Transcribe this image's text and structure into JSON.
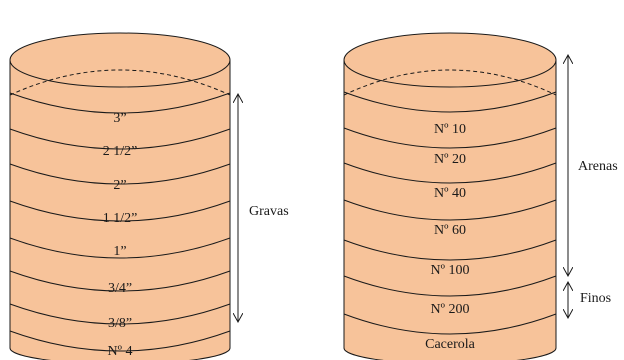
{
  "colors": {
    "fill": "#f7c39a",
    "stroke": "#1a1a1a",
    "background": "#ffffff"
  },
  "left_stack": {
    "sieves": [
      "3”",
      "2 1/2”",
      "2”",
      "1 1/2”",
      "1”",
      "3/4”",
      "3/8”",
      "Nº 4"
    ],
    "group": "Gravas"
  },
  "right_stack": {
    "sieves": [
      "Nº 10",
      "Nº 20",
      "Nº 40",
      "Nº 60",
      "Nº 100",
      "Nº 200",
      "Cacerola"
    ],
    "groups": [
      "Arenas",
      "Finos"
    ]
  }
}
